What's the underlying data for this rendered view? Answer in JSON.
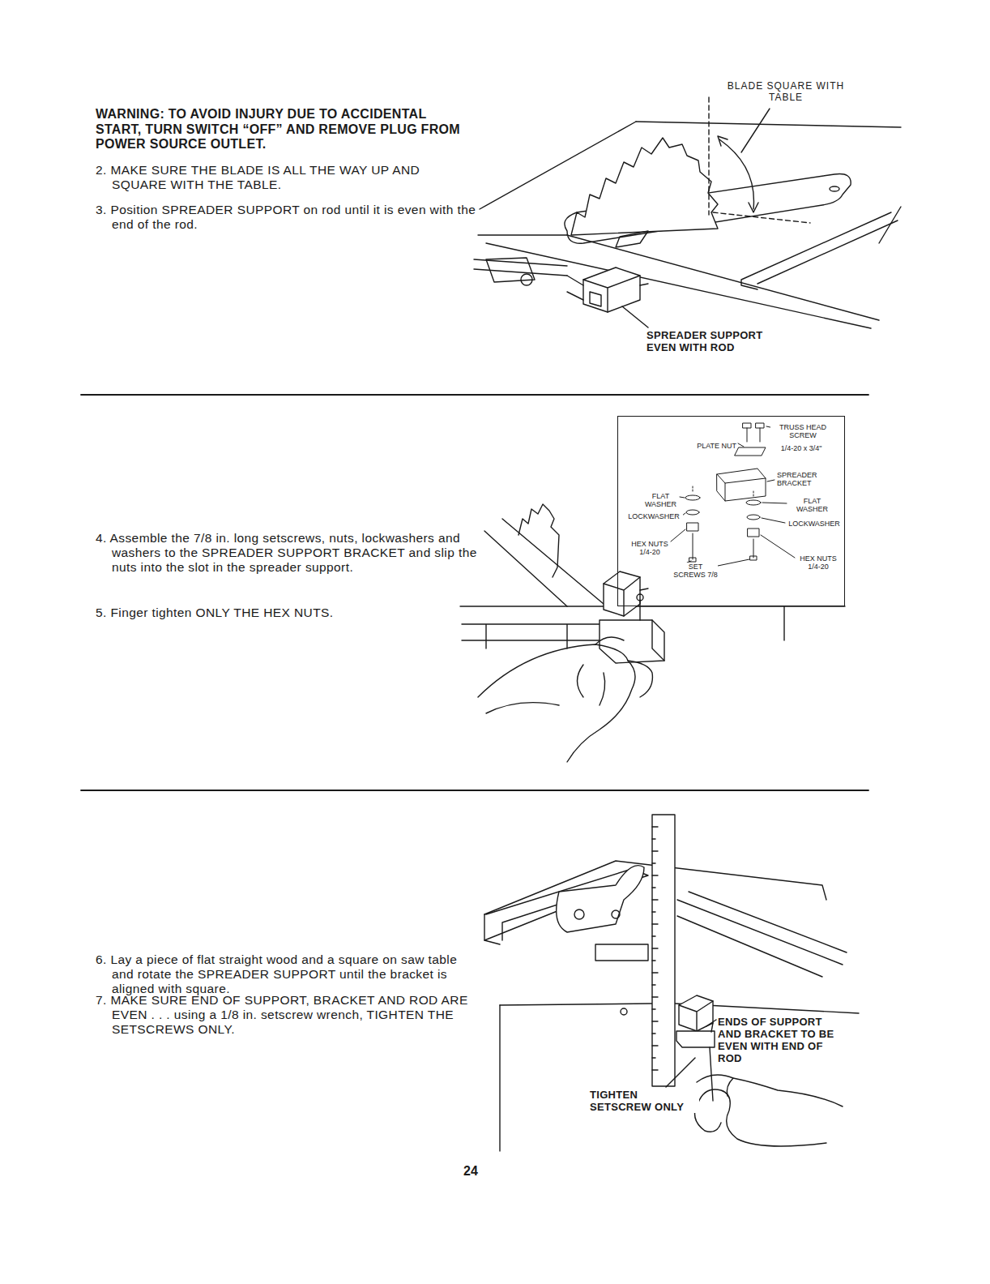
{
  "diagram": {
    "nodes": [
      {
        "text": [
          "TRUSS HEAD SCREW",
          "1/4-20 x 3/4\"",
          "PLATE NUT",
          "SPREADER BRACKET",
          "FLAT WASHER",
          "LOCKWASHER",
          "FLAT WASHER",
          "LOCKWASHER",
          "HEX NUTS 1/4-20",
          "SET SCREWS 7/8",
          "HEX NUTS 1/4-20"
        ]
      }
    ],
    "labels": [
      "WARNING: TO AVOID INJURY DUE TO ACCIDENTAL START, TURN SWITCH “OFF” AND REMOVE PLUG FROM POWER SOURCE OUTLET.",
      "2. MAKE SURE THE BLADE IS ALL THE WAY UP AND SQUARE WITH THE TABLE.",
      "3. Position SPREADER SUPPORT on rod until it is even with the end of the rod.",
      "BLADE SQUARE WITH TABLE",
      "SPREADER SUPPORT EVEN WITH ROD",
      "4. Assemble the 7/8 in. long setscrews, nuts, lockwashers and washers to the SPREADER SUPPORT BRACKET and slip the nuts into the slot in the spreader support.",
      "5. Finger tighten ONLY THE HEX NUTS.",
      "6. Lay a piece of flat straight wood and a square on saw table and rotate the SPREADER SUPPORT until the bracket is aligned with square.",
      "7. MAKE SURE END OF SUPPORT, BRACKET AND ROD ARE EVEN . . . using a 1/8 in. setscrew wrench, TIGHTEN THE SETSCREWS ONLY.",
      "ENDS OF SUPPORT AND BRACKET TO BE EVEN WITH END OF ROD",
      "TIGHTEN SETSCREW ONLY",
      "24"
    ]
  }
}
